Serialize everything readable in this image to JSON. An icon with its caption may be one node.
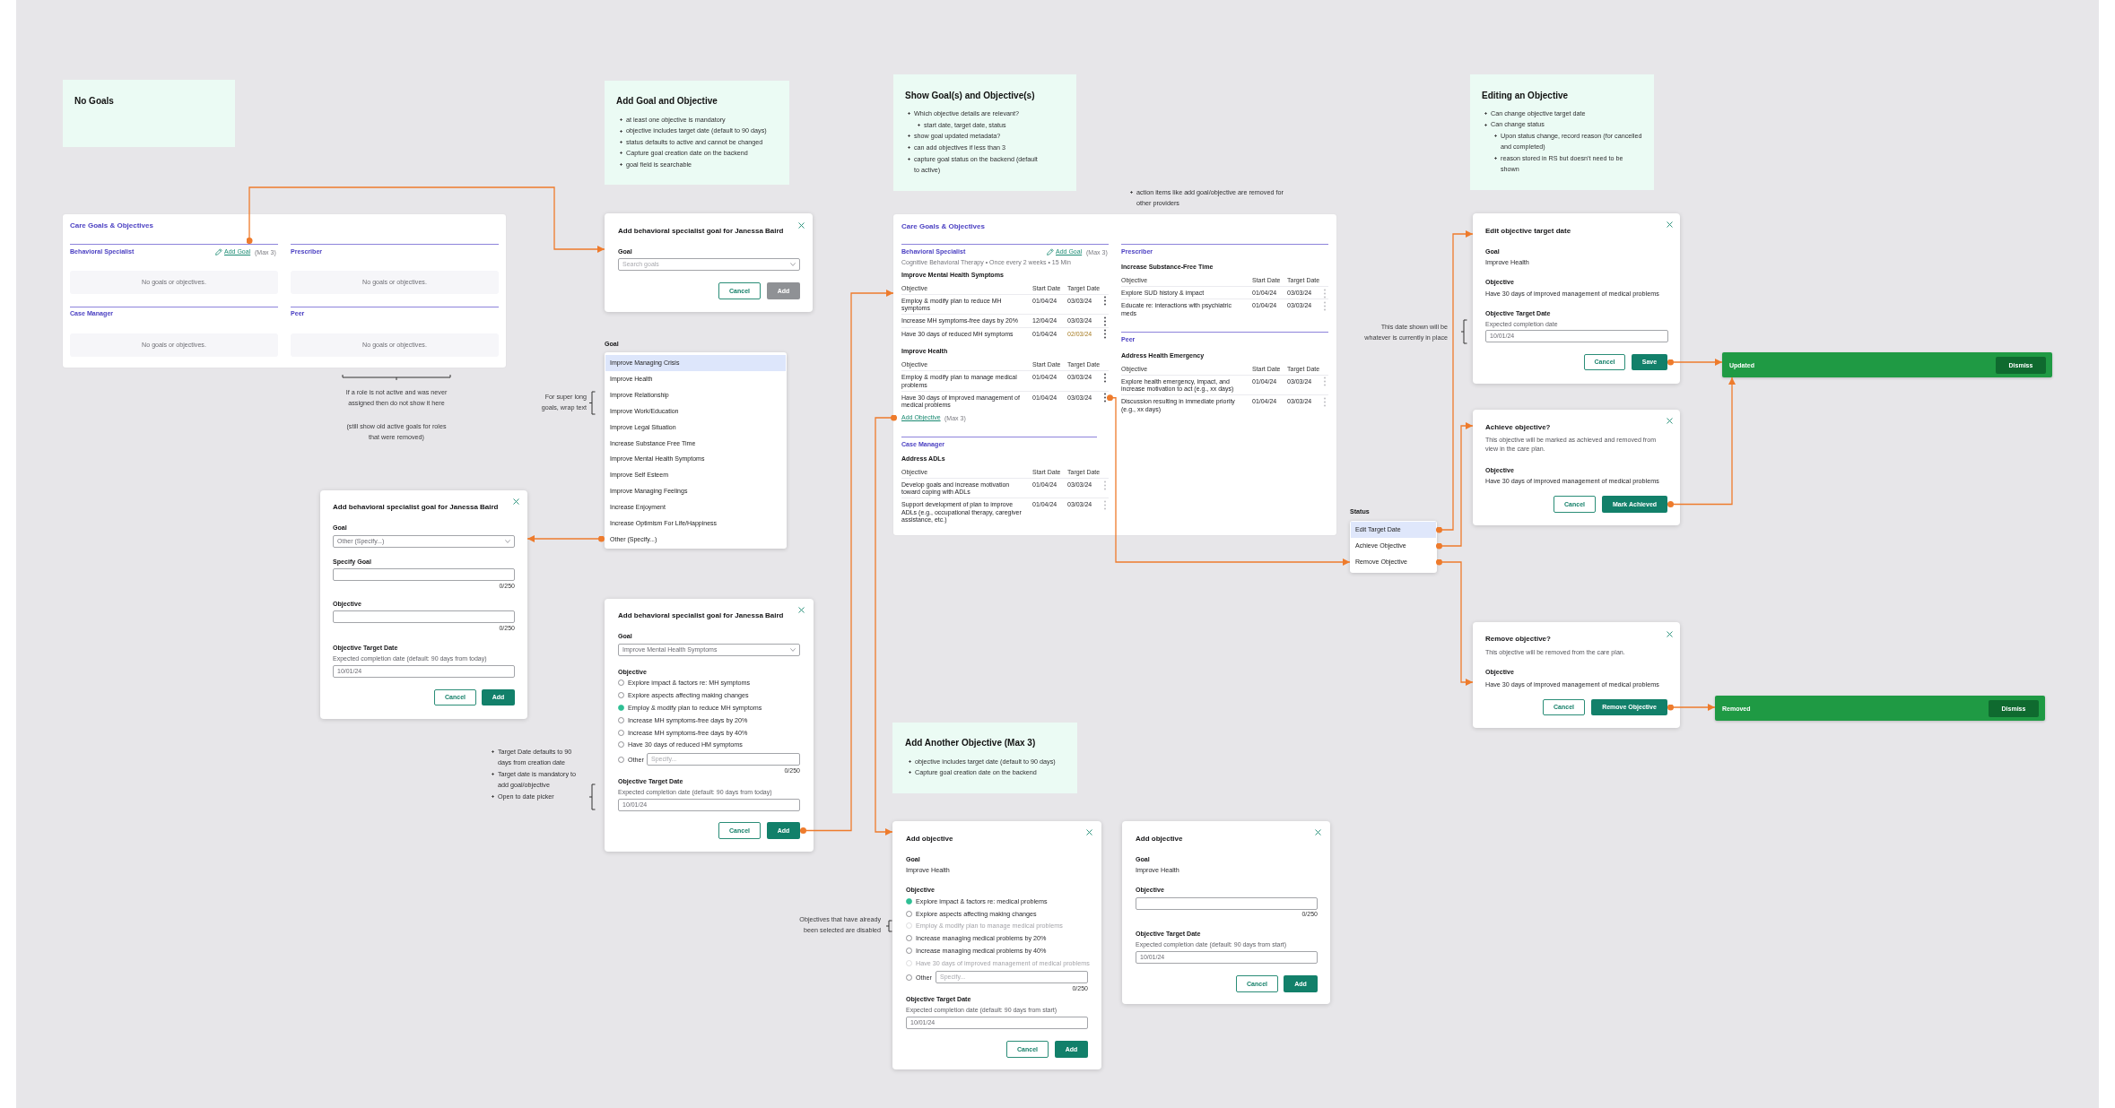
{
  "diagram": {
    "nodes": [
      {
        "text": [
          "No Goals"
        ]
      },
      {
        "text": [
          "Care Goals & Objectives",
          "Behavioral Specialist",
          "Prescriber",
          "Case Manager",
          "Peer"
        ]
      },
      {
        "text": [
          "Add Goal"
        ],
        "in": 1,
        "beside": [
          "(Max 3)"
        ]
      },
      {
        "text": [
          "No goals or objectives."
        ],
        "in": 1
      },
      {
        "text": [
          "No goals or objectives."
        ],
        "in": 1
      },
      {
        "text": [
          "No goals or objectives."
        ],
        "in": 1
      },
      {
        "text": [
          "No goals or objectives."
        ],
        "in": 1
      },
      {
        "text": [
          "Add behavioral specialist goal for Janessa Baird",
          "Goal",
          "Specify Goal",
          "0/250",
          "Objective",
          "0/250",
          "Objective Target Date",
          "Expected completion date (default: 90 days from today)"
        ]
      },
      {
        "text": [
          "Other (Specify...)"
        ],
        "in": 7
      },
      {
        "text": [],
        "shape": "box",
        "in": 7
      },
      {
        "text": [],
        "shape": "box",
        "in": 7
      },
      {
        "text": [
          "10/01/24"
        ],
        "in": 7
      },
      {
        "text": [
          "Cancel"
        ],
        "in": 7
      },
      {
        "text": [
          "Add"
        ],
        "in": 7
      },
      {
        "text": [
          "Add Goal and Objective",
          "at least one objective is mandatory",
          "objective includes target date (default to 90 days)",
          "status defaults to active and cannot be changed",
          "Capture goal creation date on the backend",
          "goal field is searchable"
        ]
      },
      {
        "text": [
          "Add behavioral specialist goal for Janessa Baird",
          "Goal"
        ]
      },
      {
        "text": [
          "Search goals"
        ],
        "in": 15
      },
      {
        "text": [
          "Cancel"
        ],
        "in": 15
      },
      {
        "text": [
          "Add"
        ],
        "in": 15
      },
      {
        "text": [
          "Goal",
          "Improve Managing Crisis",
          "Improve Health",
          "Improve Relationship",
          "Improve Work/Education",
          "Improve Legal Situation",
          "Increase Substance Free Time",
          "Improve Mental Health Symptoms",
          "Improve Self Esteem",
          "Improve Managing Feelings",
          "Increase Enjoyment",
          "Increase Optimism For Life/Happiness",
          "Other (Specify...)"
        ]
      },
      {
        "text": [
          "Add behavioral specialist goal for Janessa Baird",
          "Goal",
          "Objective",
          "Explore impact & factors re: MH symptoms",
          "Explore aspects affecting making changes",
          "Employ & modify plan to reduce MH symptoms",
          "Increase MH symptoms-free days by 20%",
          "Increase MH symptoms-free days by 40%",
          "Have 30 days of reduced HM symptoms",
          "Other",
          "0/250",
          "Objective Target Date",
          "Expected completion date (default: 90 days from today)"
        ]
      },
      {
        "text": [
          "Improve Mental Health Symptoms"
        ],
        "in": 20
      },
      {
        "text": [
          "Specify..."
        ],
        "in": 20
      },
      {
        "text": [
          "10/01/24"
        ],
        "in": 20
      },
      {
        "text": [
          "Cancel"
        ],
        "in": 20
      },
      {
        "text": [
          "Add"
        ],
        "in": 20
      },
      {
        "text": [
          "Show Goal(s) and Objective(s)",
          "Which objective details are relevant?",
          "start date, target date, status",
          "show goal updated metadata?",
          "can add objectives if less than 3",
          "capture goal status on the backend (default to active)"
        ]
      },
      {
        "text": [
          "Care Goals & Objectives",
          "Behavioral Specialist",
          "Cognitive Behavioral Therapy • Once every 2 weeks • 15 Min",
          "Improve Mental Health Symptoms",
          "Objective",
          "Start Date",
          "Target Date",
          "Employ & modify plan to reduce MH symptoms",
          "01/04/24",
          "03/03/24",
          "Increase MH symptoms-free days by 20%",
          "12/04/24",
          "03/03/24",
          "Have 30 days of reduced MH symptoms",
          "01/04/24",
          "02/03/24",
          "Improve Health",
          "Objective",
          "Start Date",
          "Target Date",
          "Employ & modify plan to manage medical problems",
          "01/04/24",
          "03/03/24",
          "Have 30 days of improved management of medical problems",
          "01/04/24",
          "03/03/24",
          "Case Manager",
          "Address ADLs",
          "Objective",
          "Start Date",
          "Target Date",
          "Develop goals and increase motivation toward coping with ADLs",
          "01/04/24",
          "03/03/24",
          "Support development of plan to improve ADLs (e.g., occupational therapy, caregiver assistance, etc.)",
          "01/04/24",
          "03/03/24",
          "Prescriber",
          "Increase Substance-Free Time",
          "Objective",
          "Start Date",
          "Target Date",
          "Explore SUD history & impact",
          "01/04/24",
          "03/03/24",
          "Educate re: interactions with psychiatric meds",
          "01/04/24",
          "03/03/24",
          "Peer",
          "Address Health Emergency",
          "Objective",
          "Start Date",
          "Target Date",
          "Explore health emergency, impact, and increase motivation to act (e.g., xx days)",
          "01/04/24",
          "03/03/24",
          "Discussion resulting in immediate priority (e.g., xx days)",
          "01/04/24",
          "03/03/24"
        ]
      },
      {
        "text": [
          "Add Goal"
        ],
        "in": 27,
        "beside": [
          "(Max 3)"
        ]
      },
      {
        "text": [],
        "shape": "icon",
        "in": 27
      },
      {
        "text": [
          "Add Objective"
        ],
        "in": 27,
        "beside": [
          "(Max 3)"
        ]
      },
      {
        "text": [
          "Add Another Objective (Max 3)",
          "objective includes target date (default to 90 days)",
          "Capture goal creation date on the backend"
        ]
      },
      {
        "text": [
          "Add objective",
          "Goal",
          "Improve Health",
          "Objective",
          "Explore impact & factors re: medical problems",
          "Explore aspects affecting making changes",
          "Employ & modify plan to manage medical problems",
          "Increase managing medical problems by 20%",
          "Increase managing medical problems by 40%",
          "Have 30 days of improved management of medical problems",
          "Other",
          "0/250",
          "Objective Target Date",
          "Expected completion date (default: 90 days from start)"
        ]
      },
      {
        "text": [
          "Specify..."
        ],
        "in": 32
      },
      {
        "text": [
          "10/01/24"
        ],
        "in": 32
      },
      {
        "text": [
          "Cancel"
        ],
        "in": 32
      },
      {
        "text": [
          "Add"
        ],
        "in": 32
      },
      {
        "text": [
          "Add objective",
          "Goal",
          "Improve Health",
          "Objective",
          "0/250",
          "Objective Target Date",
          "Expected completion date (default: 90 days from start)"
        ]
      },
      {
        "text": [],
        "shape": "box",
        "in": 37
      },
      {
        "text": [
          "10/01/24"
        ],
        "in": 37
      },
      {
        "text": [
          "Cancel"
        ],
        "in": 37
      },
      {
        "text": [
          "Add"
        ],
        "in": 37
      },
      {
        "text": [
          "Editing an Objective",
          "Can change objective target date",
          "Can change status",
          "Upon status change, record reason (for cancelled and completed)",
          "reason stored in RS but doesn't need to be shown"
        ]
      },
      {
        "text": [
          "Status"
        ]
      },
      {
        "text": [
          "Edit Target Date"
        ],
        "in": 43
      },
      {
        "text": [
          "Achieve Objective"
        ],
        "in": 43
      },
      {
        "text": [
          "Remove Objective"
        ],
        "in": 43
      },
      {
        "text": [
          "Edit objective target date",
          "Goal",
          "Improve Health",
          "Objective",
          "Have 30 days of improved management of medical problems",
          "Objective Target Date",
          "Expected completion date"
        ]
      },
      {
        "text": [
          "10/01/24"
        ],
        "in": 47
      },
      {
        "text": [
          "Cancel"
        ],
        "in": 47
      },
      {
        "text": [
          "Save"
        ],
        "in": 47
      },
      {
        "text": [
          "Achieve objective?",
          "This objective will be marked as achieved and removed from view in the care plan.",
          "Objective",
          "Have 30 days of improved management of medical problems"
        ]
      },
      {
        "text": [
          "Cancel"
        ],
        "in": 51
      },
      {
        "text": [
          "Mark Achieved"
        ],
        "in": 51
      },
      {
        "text": [
          "Remove objective?",
          "This objective will be removed from the care plan.",
          "Objective",
          "Have 30 days of improved management of medical problems"
        ]
      },
      {
        "text": [
          "Cancel"
        ],
        "in": 54
      },
      {
        "text": [
          "Remove Objective"
        ],
        "in": 54
      },
      {
        "text": [
          "Updated"
        ]
      },
      {
        "text": [
          "Dismiss"
        ],
        "in": 57
      },
      {
        "text": [
          "Removed"
        ]
      },
      {
        "text": [
          "Dismiss"
        ],
        "in": 59
      }
    ],
    "edges": [
      {
        "from": 2,
        "to": 15,
        "arrow": "to"
      },
      {
        "from": 19,
        "to": 7,
        "arrow": "to"
      },
      {
        "from": 25,
        "to": 27,
        "arrow": "to"
      },
      {
        "from": 30,
        "to": 32,
        "arrow": "to"
      },
      {
        "from": 29,
        "to": 43,
        "arrow": "to"
      },
      {
        "from": 44,
        "to": 47,
        "arrow": "to"
      },
      {
        "from": 45,
        "to": 51,
        "arrow": "to"
      },
      {
        "from": 46,
        "to": 54,
        "arrow": "to"
      },
      {
        "from": 50,
        "to": 57,
        "arrow": "to"
      },
      {
        "from": 53,
        "to": 57,
        "arrow": "to"
      },
      {
        "from": 56,
        "to": 59,
        "arrow": "to"
      }
    ],
    "labels": [
      "If a role is not active and was never assigned then do not show it here",
      "(still show old active goals for roles that were removed)",
      "For super long goals, wrap text",
      "Target Date defaults to 90 days from creation date",
      "Target date is mandatory to add goal/objective",
      "Open to date picker",
      "action items like add goal/objective are removed for other providers",
      "This date shown will be whatever is currently in place",
      "Objectives that have already been selected are disabled"
    ]
  }
}
